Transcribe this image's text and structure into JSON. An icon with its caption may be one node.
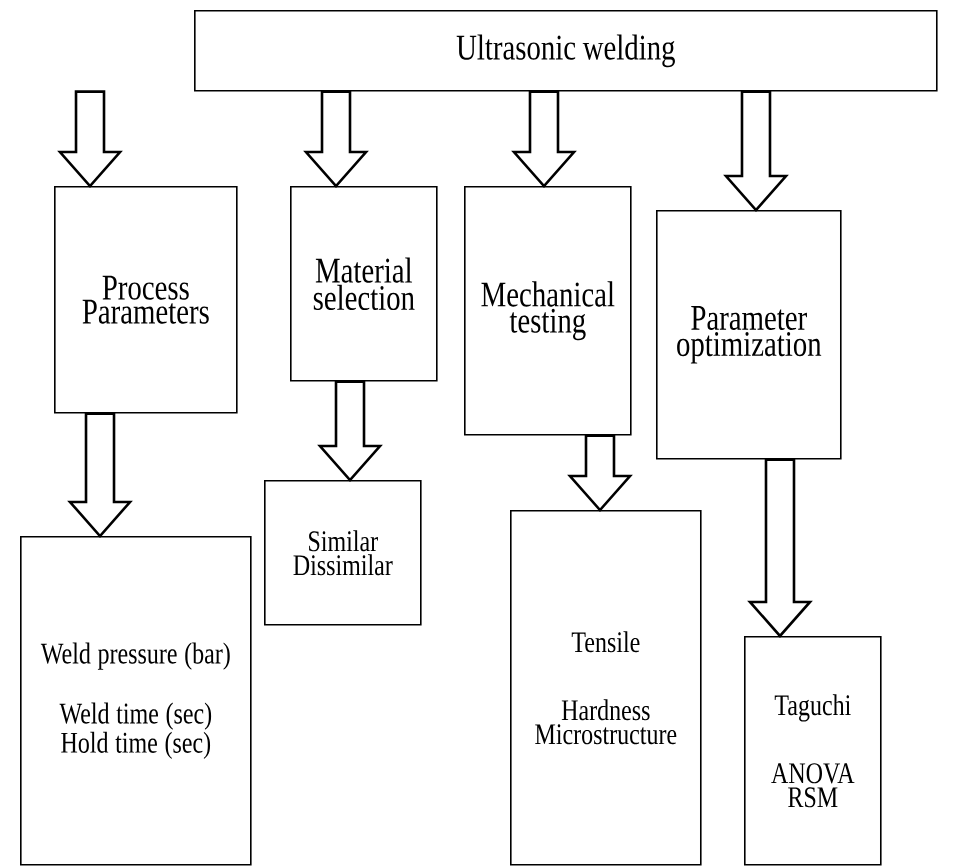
{
  "diagram": {
    "nodes": [
      {
        "text": [
          "Ultrasonic welding"
        ]
      },
      {
        "text": [
          "Process Parameters"
        ]
      },
      {
        "text": [
          "Material selection"
        ]
      },
      {
        "text": [
          "Mechanical testing"
        ]
      },
      {
        "text": [
          "Parameter optimization"
        ]
      },
      {
        "text": [
          "Weld pressure (bar)",
          "Weld time (sec)",
          "Hold time (sec)"
        ]
      },
      {
        "text": [
          "Similar",
          "Dissimilar"
        ]
      },
      {
        "text": [
          "Tensile",
          "Hardness",
          "Microstructure"
        ]
      },
      {
        "text": [
          "Taguchi",
          "ANOVA",
          "RSM"
        ]
      }
    ],
    "edges": [
      {
        "from": 0,
        "to": 1,
        "arrow": "to"
      },
      {
        "from": 0,
        "to": 2,
        "arrow": "to"
      },
      {
        "from": 0,
        "to": 3,
        "arrow": "to"
      },
      {
        "from": 0,
        "to": 4,
        "arrow": "to"
      },
      {
        "from": 1,
        "to": 5,
        "arrow": "to"
      },
      {
        "from": 2,
        "to": 6,
        "arrow": "to"
      },
      {
        "from": 3,
        "to": 7,
        "arrow": "to"
      },
      {
        "from": 4,
        "to": 8,
        "arrow": "to"
      }
    ]
  }
}
